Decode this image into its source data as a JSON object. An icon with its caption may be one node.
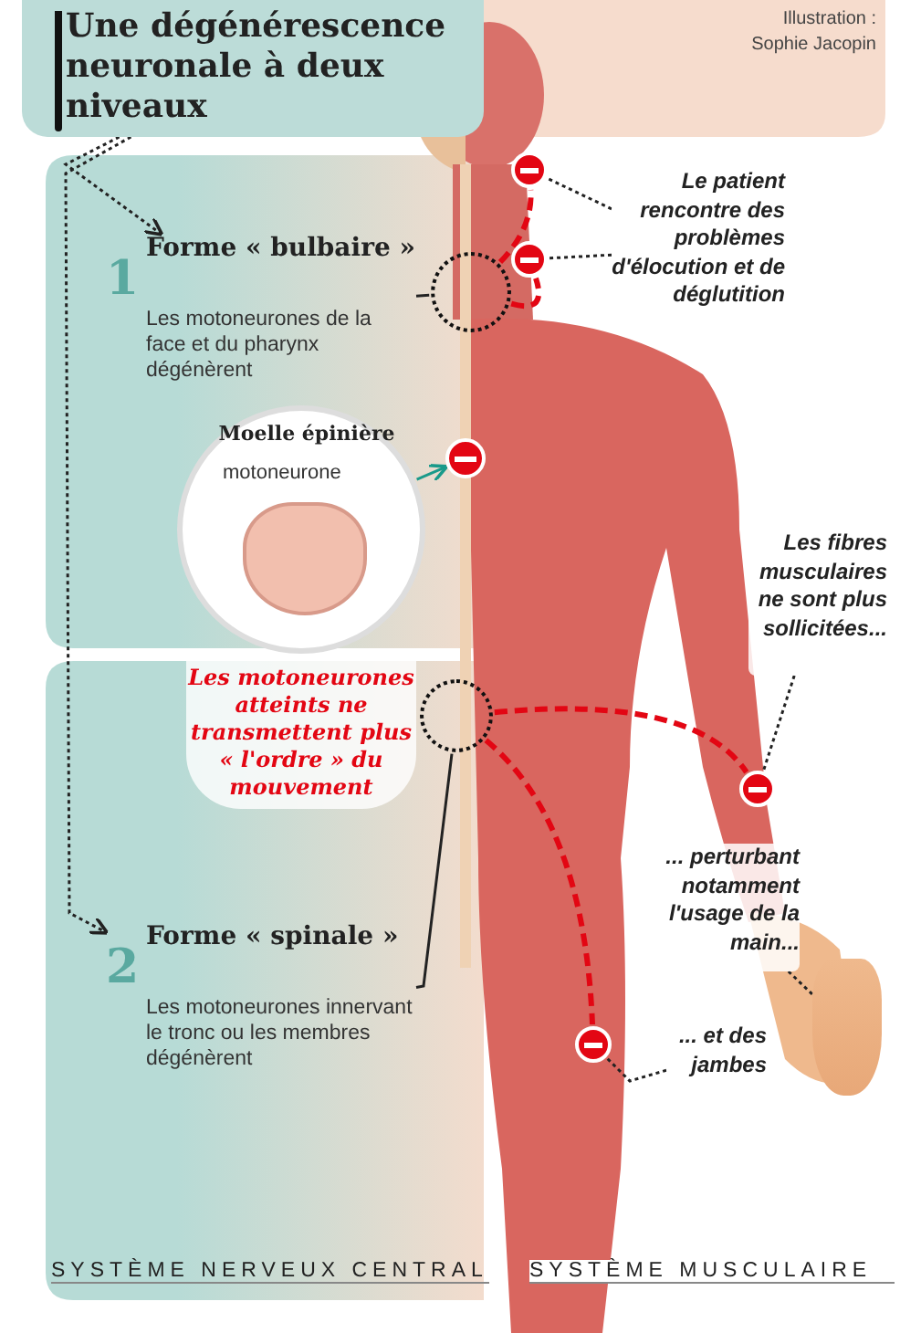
{
  "diagram": {
    "nodes": [
      {
        "text": [
          "Une dégénérescence neuronale à deux niveaux"
        ]
      },
      {
        "text": [
          "1",
          "Forme « bulbaire »",
          "Les motoneurones de la face et du pharynx dégénèrent"
        ]
      },
      {
        "text": [],
        "shape": "circle"
      },
      {
        "text": [
          "Moelle épinière",
          "motoneurone"
        ],
        "beside": [
          "Les motoneurones atteints ne transmettent plus « l'ordre » du mouvement"
        ]
      },
      {
        "text": [],
        "shape": "circle"
      },
      {
        "text": [],
        "shape": "circle"
      },
      {
        "text": [
          "2",
          "Forme « spinale »",
          "Les motoneurones innervant le tronc ou les membres dégénèrent"
        ]
      },
      {
        "text": [
          "Le patient rencontre des problèmes d'élocution et de déglutition"
        ]
      },
      {
        "text": [],
        "shape": "circle"
      },
      {
        "text": [],
        "shape": "circle"
      },
      {
        "text": [
          "Les fibres musculaires ne sont plus sollicitées..."
        ]
      },
      {
        "text": [],
        "shape": "circle"
      },
      {
        "text": [
          "... perturbant notamment l'usage de la main..."
        ]
      },
      {
        "text": [],
        "shape": "picture"
      },
      {
        "text": [
          "... et des jambes"
        ]
      },
      {
        "text": [],
        "shape": "circle"
      }
    ],
    "edges": [
      {
        "from": 0,
        "to": 1,
        "arrow": "to",
        "style": "dashed"
      },
      {
        "from": 0,
        "to": 6,
        "arrow": "to",
        "style": "dashed"
      },
      {
        "from": 1,
        "to": 2,
        "arrow": "none"
      },
      {
        "from": 6,
        "to": 5,
        "arrow": "none"
      },
      {
        "from": 3,
        "to": 4,
        "arrow": "to",
        "color": "#1a9a8a"
      },
      {
        "from": 2,
        "to": 8,
        "arrow": "none",
        "style": "dashed",
        "color": "#e30613"
      },
      {
        "from": 2,
        "to": 9,
        "arrow": "none",
        "style": "dashed",
        "color": "#e30613"
      },
      {
        "from": 5,
        "to": 11,
        "arrow": "none",
        "style": "dashed",
        "color": "#e30613"
      },
      {
        "from": 5,
        "to": 15,
        "arrow": "none",
        "style": "dashed",
        "color": "#e30613"
      },
      {
        "from": 7,
        "to": 8,
        "arrow": "none",
        "style": "dashed"
      },
      {
        "from": 7,
        "to": 9,
        "arrow": "none",
        "style": "dashed"
      },
      {
        "from": 10,
        "to": 11,
        "arrow": "none",
        "style": "dashed"
      },
      {
        "from": 12,
        "to": 13,
        "arrow": "none",
        "style": "dashed"
      },
      {
        "from": 14,
        "to": 15,
        "arrow": "none",
        "style": "dashed"
      }
    ],
    "labels": [
      "Illustration : Sophie Jacopin",
      "SYSTÈME NERVEUX CENTRAL",
      "SYSTÈME MUSCULAIRE"
    ]
  }
}
